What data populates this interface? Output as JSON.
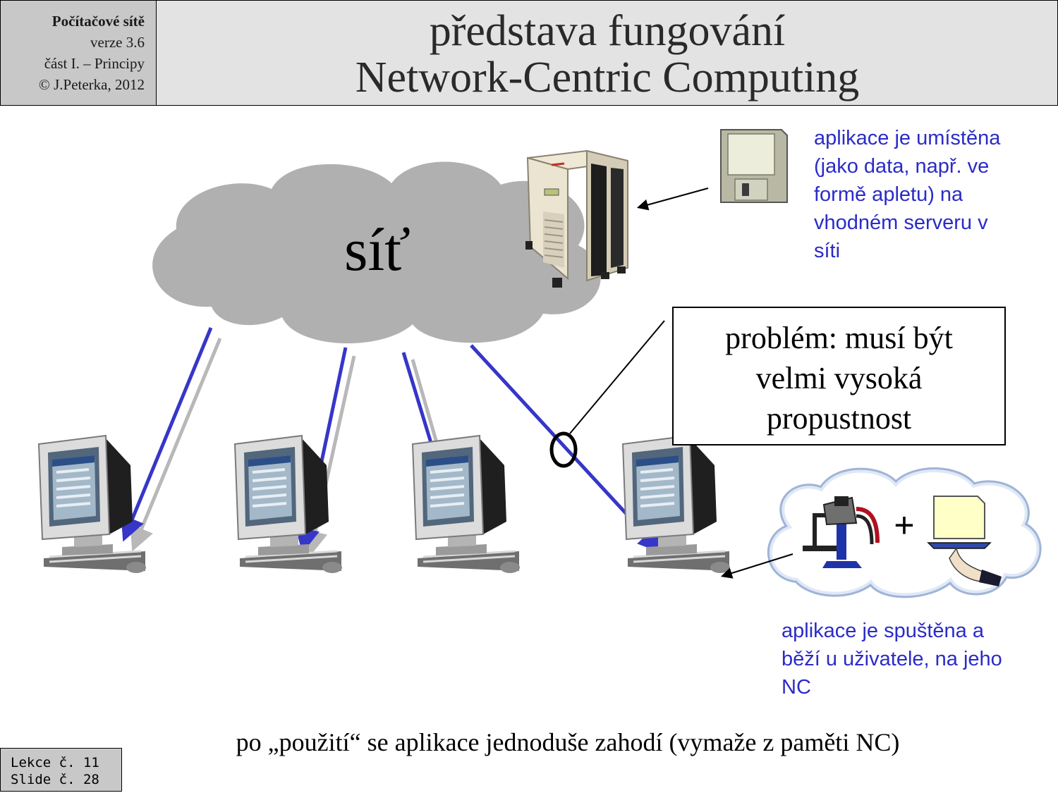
{
  "header": {
    "course": "Počítačové sítě",
    "version": "verze 3.6",
    "part": "část I.  –  Principy",
    "copyright": "© J.Peterka, 2012"
  },
  "title": {
    "line1": "představa fungování",
    "line2": "Network-Centric Computing"
  },
  "diagram": {
    "cloud_label": "síť",
    "plus_sign": "+",
    "note_top": "aplikace je umístěna (jako data, např. ve formě apletu) na vhodném serveru v síti",
    "note_bottom": "aplikace je spuštěna a běží u uživatele, na jeho NC",
    "problem": {
      "line1": "problém: musí být",
      "line2": "velmi vysoká",
      "line3": "propustnost"
    },
    "bottom_text": "po „použití“ se aplikace jednoduše zahodí (vymaže z paměti NC)"
  },
  "footer": {
    "lesson": "Lekce č. 11",
    "slide": "Slide č. 28"
  },
  "colors": {
    "arrow_blue": "#3636c8",
    "arrow_gray": "#b8b8b8",
    "cloud_gray": "#b0b0b0",
    "note_blue": "#2b2bc8"
  }
}
